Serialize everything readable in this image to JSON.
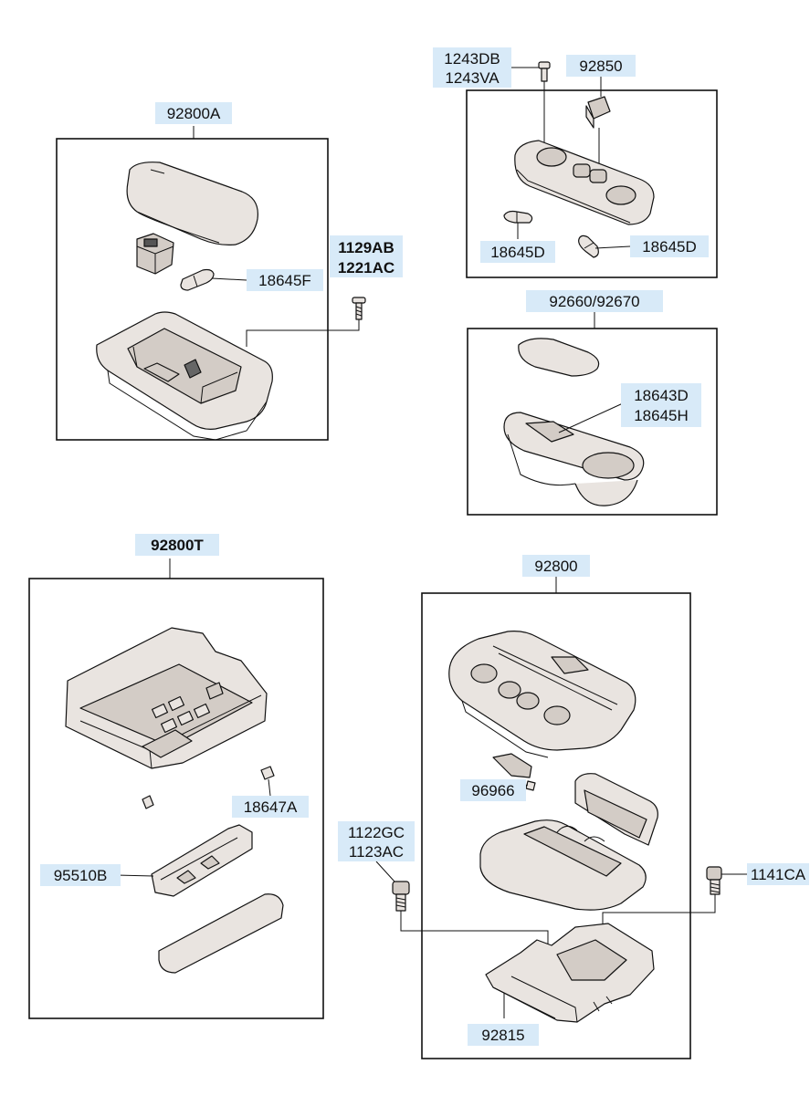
{
  "labels": {
    "p92800A": "92800A",
    "p18645F": "18645F",
    "p1129AB": "1129AB",
    "p1221AC": "1221AC",
    "p1243DB": "1243DB",
    "p1243VA": "1243VA",
    "p92850": "92850",
    "p18645D_left": "18645D",
    "p18645D_right": "18645D",
    "p92660_92670": "92660/92670",
    "p18643D": "18643D",
    "p18645H": "18645H",
    "p92800T": "92800T",
    "p18647A": "18647A",
    "p95510B": "95510B",
    "p92800": "92800",
    "p96966": "96966",
    "p1122GC": "1122GC",
    "p1123AC": "1123AC",
    "p1141CA": "1141CA",
    "p92815": "92815"
  },
  "colors": {
    "label_highlight": "#d8eaf8",
    "part_fill": "#e9e4e0",
    "line": "#111111"
  }
}
